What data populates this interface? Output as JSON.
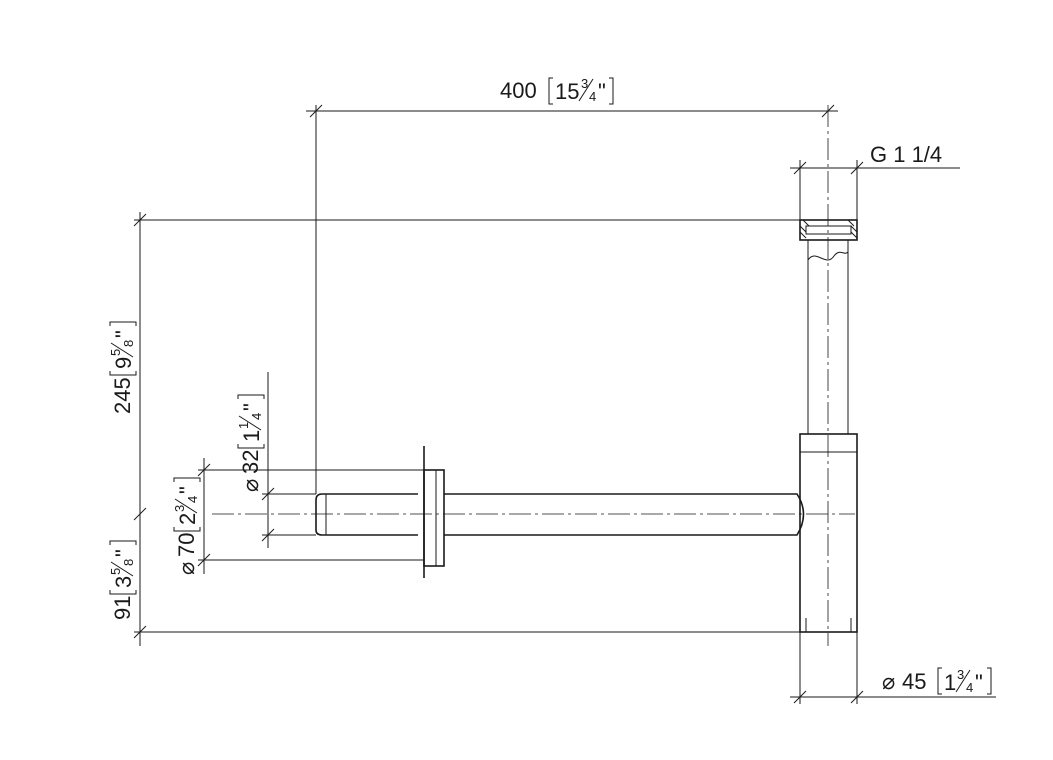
{
  "drawing": {
    "top_width": {
      "value": "400",
      "whole": "15",
      "num": "3",
      "den": "4",
      "unit": "\""
    },
    "thread": {
      "label": "G 1 1/4"
    },
    "height_total": {
      "value": "245",
      "whole": "9",
      "num": "5",
      "den": "8",
      "unit": "\""
    },
    "outlet_height": {
      "value": "91",
      "whole": "3",
      "num": "5",
      "den": "8",
      "unit": "\""
    },
    "rosette_dia": {
      "symbol": "⌀",
      "value": "70",
      "whole": "2",
      "num": "3",
      "den": "4",
      "unit": "\""
    },
    "pipe_dia": {
      "symbol": "⌀",
      "value": "32",
      "whole": "1",
      "num": "1",
      "den": "4",
      "unit": "\""
    },
    "body_dia": {
      "symbol": "⌀",
      "value": "45",
      "whole": "1",
      "num": "3",
      "den": "4",
      "unit": "\""
    }
  }
}
